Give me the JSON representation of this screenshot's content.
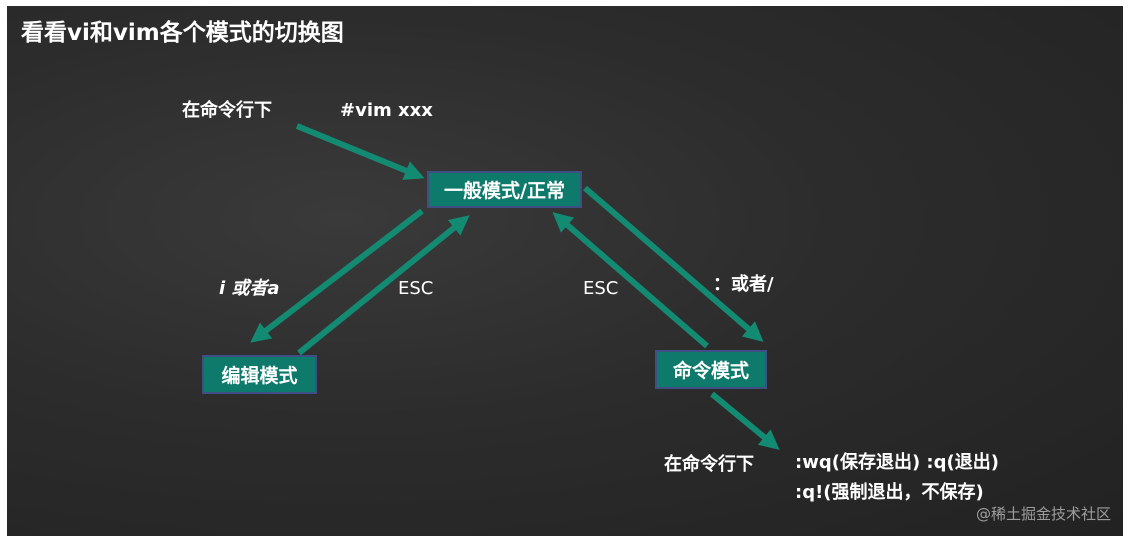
{
  "title": "看看vi和vim各个模式的切换图",
  "labels": {
    "cmdline_top": "在命令行下",
    "vim_cmd": "#vim  xxx",
    "i_or_a": "i 或者a",
    "esc_left": "ESC",
    "esc_right": "ESC",
    "colon_or_slash": "：或者/",
    "cmdline_bottom": "在命令行下",
    "wq_line": ":wq(保存退出)  :q(退出)",
    "q_force_line": ":q!(强制退出，不保存)"
  },
  "modes": {
    "normal": "一般模式/正常",
    "edit": "编辑模式",
    "command": "命令模式"
  },
  "colors": {
    "box_fill": "#0e7a6b",
    "box_border": "#3f4f86",
    "arrow": "#138a72",
    "board": "#2c2c2c"
  },
  "watermark": "@稀土掘金技术社区"
}
